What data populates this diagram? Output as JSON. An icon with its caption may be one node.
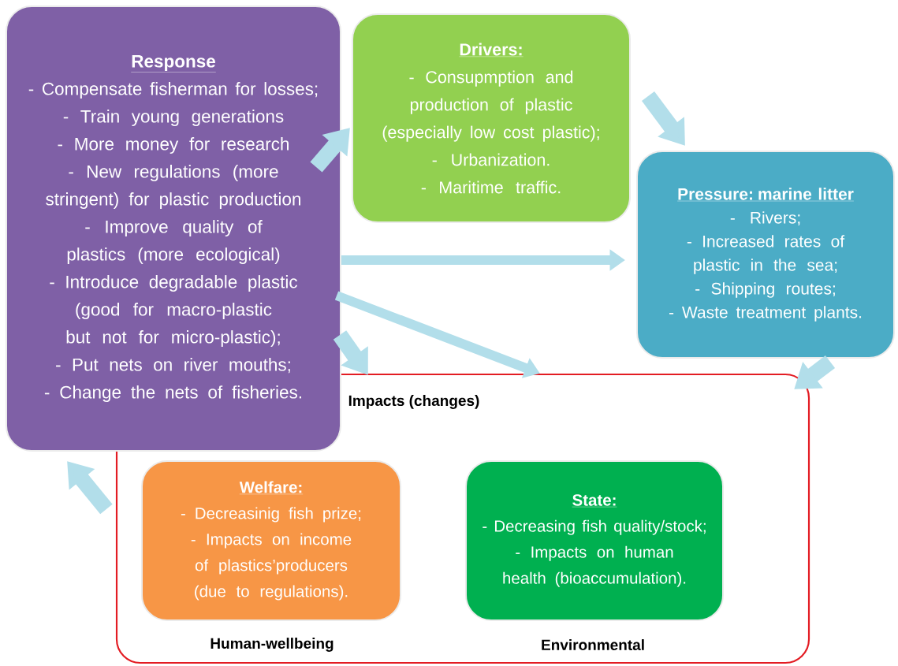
{
  "diagram": {
    "nodes": [
      {
        "text": [
          "Response",
          "- Compensate fisherman for losses;",
          "- Train young generations",
          "- More money for research",
          "- New regulations (more stringent) for plastic production",
          "- Improve quality of plastics (more ecological)",
          "- Introduce degradable plastic (good for macro-plastic but not for micro-plastic);",
          "- Put nets on river mouths;",
          "- Change the nets of fisheries."
        ]
      },
      {
        "text": [
          "Drivers:",
          "- Consupmption and production of plastic (especially low cost plastic);",
          "- Urbanization.",
          "- Maritime traffic."
        ]
      },
      {
        "text": [
          "Pressure: marine litter",
          "- Rivers;",
          "- Increased rates of plastic in the sea;",
          "- Shipping routes;",
          "- Waste treatment plants."
        ]
      },
      {
        "text": [
          "Impacts (changes)"
        ]
      },
      {
        "text": [
          "Welfare:",
          "- Decreasinig fish prize;",
          "- Impacts on income of plastics’producers (due to regulations)."
        ],
        "in": 3,
        "beside": [
          "Human-wellbeing"
        ]
      },
      {
        "text": [
          "State:",
          "- Decreasing fish quality/stock;",
          "- Impacts on human health (bioaccumulation)."
        ],
        "in": 3,
        "beside": [
          "Environmental"
        ]
      }
    ],
    "edges": [
      {
        "from": 0,
        "to": 1,
        "arrow": "to"
      },
      {
        "from": 1,
        "to": 2,
        "arrow": "to"
      },
      {
        "from": 2,
        "to": 3,
        "arrow": "to"
      },
      {
        "from": 3,
        "to": 0,
        "arrow": "to"
      },
      {
        "from": 0,
        "to": 2,
        "arrow": "to"
      },
      {
        "from": 0,
        "to": 3,
        "arrow": "to"
      },
      {
        "from": 0,
        "to": 3,
        "arrow": "to"
      }
    ]
  }
}
